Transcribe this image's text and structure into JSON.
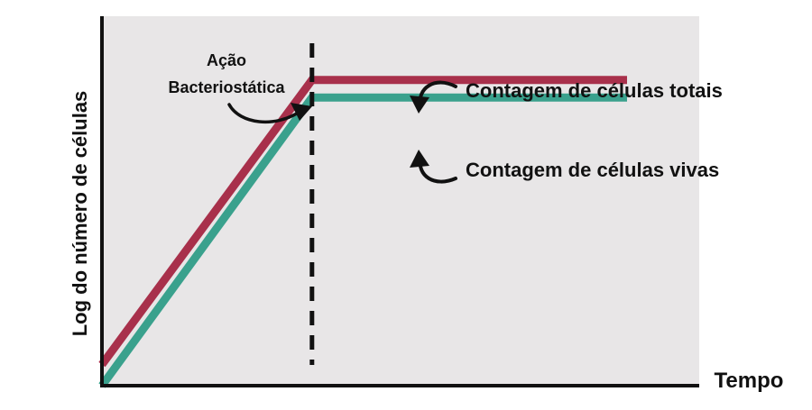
{
  "chart_data": {
    "type": "line",
    "xlabel": "Tempo",
    "ylabel": "Log do número de células",
    "xlim": [
      0,
      10
    ],
    "ylim": [
      0,
      10
    ],
    "grid": false,
    "series": [
      {
        "name": "Contagem de células totais",
        "color": "#a8304b",
        "x": [
          0,
          4,
          10
        ],
        "y": [
          0.6,
          8.7,
          8.7
        ]
      },
      {
        "name": "Contagem de células vivas",
        "color": "#3aa18d",
        "x": [
          0,
          4,
          10
        ],
        "y": [
          0.0,
          8.2,
          8.2
        ]
      }
    ],
    "annotations": [
      {
        "id": "bacteriostatic",
        "lines": [
          "Ação",
          "Bacteriostática"
        ],
        "x": 4
      }
    ]
  },
  "colors": {
    "plot_background": "#e8e6e7",
    "axis": "#111111",
    "text": "#111111"
  }
}
